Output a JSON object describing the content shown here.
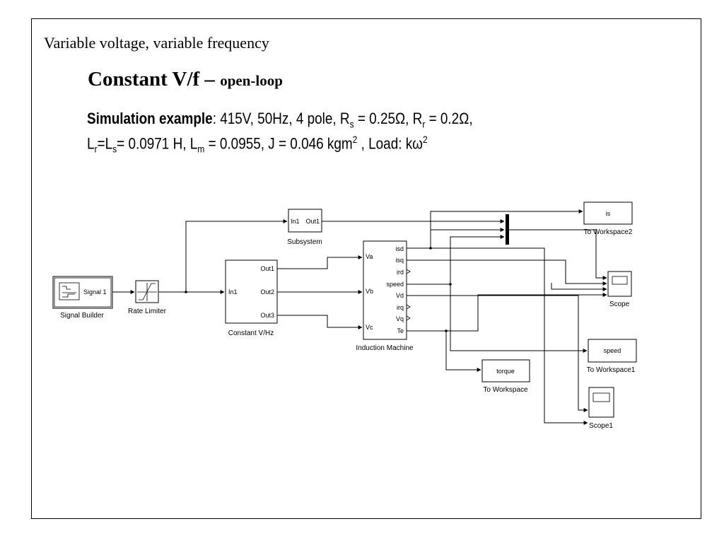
{
  "slide": {
    "topline": "Variable voltage, variable frequency",
    "title": "Constant V/f – ",
    "title_sub": "open-loop",
    "spec": {
      "label": "Simulation example",
      "p1": ": 415V, 50Hz, 4 pole, R",
      "rs_sub": "s",
      "p2": " = 0.25Ω, R",
      "rr_sub": "r",
      "p3": " = 0.2Ω,",
      "l2_a": "L",
      "lr_sub": "r",
      "l2_b": "=L",
      "ls_sub": "s",
      "l2_c": "= 0.0971 H, L",
      "lm_sub": "m",
      "l2_d": " = 0.0955, J = 0.046 kgm",
      "sq1": "2",
      "l2_e": " , Load: kω",
      "sq2": "2"
    }
  },
  "diagram": {
    "signal_builder": {
      "text": "Signal 1",
      "caption": "Signal Builder"
    },
    "rate_limiter": {
      "caption": "Rate Limiter"
    },
    "subsystem": {
      "in": "In1",
      "out": "Out1",
      "caption": "Subsystem"
    },
    "constant_vhz": {
      "in": "In1",
      "out1": "Out1",
      "out2": "Out2",
      "out3": "Out3",
      "caption": "Constant V/Hz"
    },
    "induction_machine": {
      "caption": "Induction Machine",
      "inputs": [
        "Va",
        "Vb",
        "Vc"
      ],
      "outputs": [
        "isd",
        "isq",
        "ird",
        "speed",
        "Vd",
        "irq",
        "Vq",
        "Te"
      ]
    },
    "to_workspace2": {
      "text": "is",
      "caption": "To Workspace2"
    },
    "scope": {
      "caption": "Scope"
    },
    "to_workspace1": {
      "text": "speed",
      "caption": "To Workspace1"
    },
    "to_workspace": {
      "text": "torque",
      "caption": "To Workspace"
    },
    "scope1": {
      "caption": "Scope1"
    }
  }
}
